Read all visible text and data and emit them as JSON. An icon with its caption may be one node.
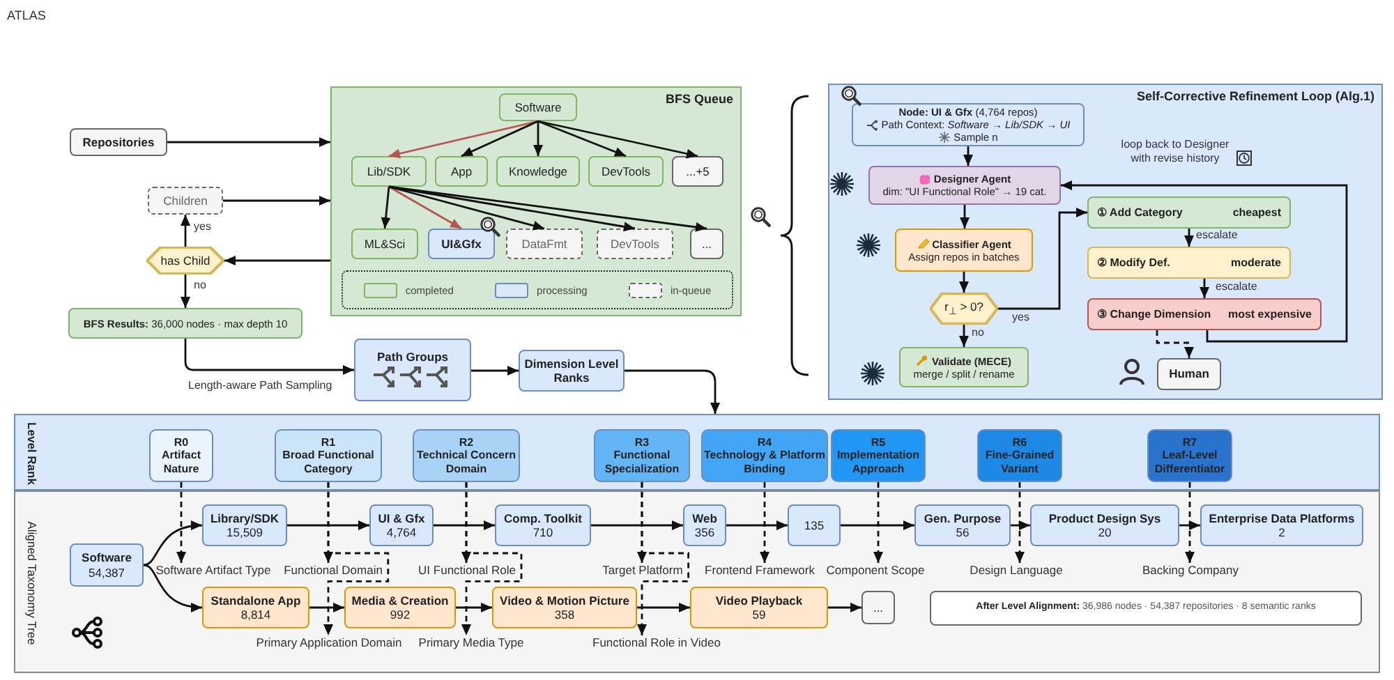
{
  "diagram": {
    "nodes": [
      {
        "text": [
          "BFS Queue"
        ]
      },
      {
        "text": [
          "Software"
        ],
        "in": 0
      },
      {
        "text": [
          "Lib/SDK"
        ],
        "in": 0
      },
      {
        "text": [
          "App"
        ],
        "in": 0
      },
      {
        "text": [
          "Knowledge"
        ],
        "in": 0
      },
      {
        "text": [
          "DevTools"
        ],
        "in": 0
      },
      {
        "text": [
          "...+5"
        ],
        "in": 0
      },
      {
        "text": [
          "ML&Sci"
        ],
        "in": 0
      },
      {
        "text": [
          "UI&Gfx"
        ],
        "in": 0
      },
      {
        "text": [
          "DataFmt"
        ],
        "in": 0
      },
      {
        "text": [
          "DevTools"
        ],
        "in": 0
      },
      {
        "text": [
          "..."
        ],
        "in": 0
      },
      {
        "text": [
          "Repositories"
        ]
      },
      {
        "text": [
          "Children"
        ]
      },
      {
        "text": [
          "has Child"
        ]
      },
      {
        "text": [
          "**BFS Results:** 36,000 nodes · max depth 10"
        ]
      },
      {
        "text": [
          "Path Groups"
        ]
      },
      {
        "text": [
          "Dimension Level Ranks"
        ]
      },
      {
        "text": [
          "Self-Corrective Refinement Loop (Alg.1)"
        ]
      },
      {
        "text": [
          "**Node: UI & Gfx** (4,764 repos)",
          "Path Context: *Software → Lib/SDK → UI*",
          "Sample n"
        ],
        "in": 18
      },
      {
        "text": [
          "Designer Agent",
          "dim: \"UI Functional Role\" → 19 cat."
        ],
        "in": 18
      },
      {
        "text": [
          "Classifier Agent",
          "Assign repos in batches"
        ],
        "in": 18
      },
      {
        "text": [
          "r$_{⊥}$ > 0?"
        ],
        "in": 18
      },
      {
        "text": [
          "Validate (MECE)",
          "merge / split / rename"
        ],
        "in": 18
      },
      {
        "text": [
          "① Add Category",
          "cheapest"
        ],
        "in": 18
      },
      {
        "text": [
          "② Modify Def.",
          "moderate"
        ],
        "in": 18
      },
      {
        "text": [
          "③ Change Dimension",
          "most expensive"
        ],
        "in": 18
      },
      {
        "text": [
          "Human"
        ],
        "in": 18
      },
      {
        "text": [
          "Level Rank"
        ]
      },
      {
        "text": [
          "R0",
          "Artifact Nature"
        ],
        "in": 28
      },
      {
        "text": [
          "R1",
          "Broad Functional Category"
        ],
        "in": 28
      },
      {
        "text": [
          "R2",
          "Technical Concern Domain"
        ],
        "in": 28
      },
      {
        "text": [
          "R3",
          "Functional Specialization"
        ],
        "in": 28
      },
      {
        "text": [
          "R4",
          "Technology & Platform Binding"
        ],
        "in": 28
      },
      {
        "text": [
          "R5",
          "Implementation Approach"
        ],
        "in": 28
      },
      {
        "text": [
          "R6",
          "Fine-Grained Variant"
        ],
        "in": 28
      },
      {
        "text": [
          "R7",
          "Leaf-Level Differentiator"
        ],
        "in": 28
      },
      {
        "text": [
          "Aligned Taxonomy Tree"
        ]
      },
      {
        "text": [
          "Software",
          "54,387"
        ],
        "in": 37
      },
      {
        "text": [
          "Library/SDK",
          "15,509"
        ],
        "in": 37
      },
      {
        "text": [
          "UI & Gfx",
          "4,764"
        ],
        "in": 37
      },
      {
        "text": [
          "Comp. Toolkit",
          "710"
        ],
        "in": 37
      },
      {
        "text": [
          "Web",
          "356"
        ],
        "in": 37
      },
      {
        "text": [
          "135"
        ],
        "in": 37
      },
      {
        "text": [
          "Gen. Purpose",
          "56"
        ],
        "in": 37
      },
      {
        "text": [
          "Product Design Sys",
          "20"
        ],
        "in": 37
      },
      {
        "text": [
          "Enterprise Data Platforms",
          "2"
        ],
        "in": 37
      },
      {
        "text": [
          "Standalone App",
          "8,814"
        ],
        "in": 37
      },
      {
        "text": [
          "Media & Creation",
          "992"
        ],
        "in": 37
      },
      {
        "text": [
          "Video & Motion Picture",
          "358"
        ],
        "in": 37
      },
      {
        "text": [
          "Video Playback",
          "59"
        ],
        "in": 37
      },
      {
        "text": [
          "..."
        ],
        "in": 37
      },
      {
        "text": [
          "**After Level Alignment:** 36,986 nodes · 54,387 repositories · 8 semantic ranks"
        ],
        "in": 37
      },
      {
        "text": [
          "Software Artifact Type"
        ],
        "in": 37
      },
      {
        "text": [
          "Functional Domain"
        ],
        "in": 37
      },
      {
        "text": [
          "Primary Application Domain"
        ],
        "in": 37
      },
      {
        "text": [
          "UI Functional Role"
        ],
        "in": 37
      },
      {
        "text": [
          "Primary Media Type"
        ],
        "in": 37
      },
      {
        "text": [
          "Target Platform"
        ],
        "in": 37
      },
      {
        "text": [
          "Functional Role in Video"
        ],
        "in": 37
      },
      {
        "text": [
          "Frontend Framework"
        ],
        "in": 37
      },
      {
        "text": [
          "Component Scope"
        ],
        "in": 37
      },
      {
        "text": [
          "Design Language"
        ],
        "in": 37
      },
      {
        "text": [
          "Backing Company"
        ],
        "in": 37
      }
    ],
    "edges": [
      {
        "from": 1,
        "to": 2,
        "arrow": "to",
        "color": "#b85450"
      },
      {
        "from": 1,
        "to": 3,
        "arrow": "to"
      },
      {
        "from": 1,
        "to": 4,
        "arrow": "to"
      },
      {
        "from": 1,
        "to": 5,
        "arrow": "to"
      },
      {
        "from": 1,
        "to": 6,
        "arrow": "to"
      },
      {
        "from": 2,
        "to": 7,
        "arrow": "to"
      },
      {
        "from": 2,
        "to": 8,
        "arrow": "to",
        "color": "#b85450"
      },
      {
        "from": 2,
        "to": 9,
        "arrow": "to"
      },
      {
        "from": 2,
        "to": 10,
        "arrow": "to"
      },
      {
        "from": 2,
        "to": 11,
        "arrow": "to"
      },
      {
        "from": 12,
        "to": 0,
        "arrow": "to"
      },
      {
        "from": 13,
        "to": 0,
        "arrow": "to"
      },
      {
        "from": 0,
        "to": 14,
        "arrow": "to"
      },
      {
        "from": 14,
        "to": 13,
        "arrow": "to",
        "label": "yes"
      },
      {
        "from": 14,
        "to": 15,
        "arrow": "to",
        "label": "no"
      },
      {
        "from": 15,
        "to": 16,
        "arrow": "to",
        "label": "Length-aware Path Sampling"
      },
      {
        "from": 16,
        "to": 17,
        "arrow": "to"
      },
      {
        "from": 17,
        "to": 28,
        "arrow": "to"
      },
      {
        "from": 19,
        "to": 20,
        "arrow": "to"
      },
      {
        "from": 20,
        "to": 21,
        "arrow": "to"
      },
      {
        "from": 21,
        "to": 22,
        "arrow": "to"
      },
      {
        "from": 22,
        "to": 23,
        "arrow": "to",
        "label": "no"
      },
      {
        "from": 22,
        "to": 24,
        "arrow": "to",
        "label": "yes"
      },
      {
        "from": 24,
        "to": 25,
        "arrow": "to",
        "label": "escalate"
      },
      {
        "from": 25,
        "to": 26,
        "arrow": "to",
        "label": "escalate"
      },
      {
        "from": 26,
        "to": 20,
        "arrow": "to",
        "label": "loop back to Designer with revise history"
      },
      {
        "from": 26,
        "to": 27,
        "arrow": "to",
        "style": "dashed"
      },
      {
        "from": 38,
        "to": 39,
        "arrow": "to"
      },
      {
        "from": 38,
        "to": 47,
        "arrow": "to"
      },
      {
        "from": 39,
        "to": 40,
        "arrow": "to"
      },
      {
        "from": 40,
        "to": 41,
        "arrow": "to"
      },
      {
        "from": 41,
        "to": 42,
        "arrow": "to"
      },
      {
        "from": 42,
        "to": 43,
        "arrow": "to"
      },
      {
        "from": 43,
        "to": 44,
        "arrow": "to"
      },
      {
        "from": 44,
        "to": 45,
        "arrow": "to"
      },
      {
        "from": 45,
        "to": 46,
        "arrow": "to"
      },
      {
        "from": 47,
        "to": 48,
        "arrow": "to"
      },
      {
        "from": 48,
        "to": 49,
        "arrow": "to"
      },
      {
        "from": 49,
        "to": 50,
        "arrow": "to"
      },
      {
        "from": 50,
        "to": 51,
        "arrow": "to"
      },
      {
        "from": 29,
        "to": 53,
        "arrow": "to",
        "style": "dashed"
      },
      {
        "from": 30,
        "to": 54,
        "arrow": "to",
        "style": "dashed"
      },
      {
        "from": 30,
        "to": 55,
        "arrow": "to",
        "style": "dashed"
      },
      {
        "from": 31,
        "to": 56,
        "arrow": "to",
        "style": "dashed"
      },
      {
        "from": 31,
        "to": 57,
        "arrow": "to",
        "style": "dashed"
      },
      {
        "from": 32,
        "to": 58,
        "arrow": "to",
        "style": "dashed"
      },
      {
        "from": 32,
        "to": 59,
        "arrow": "to",
        "style": "dashed"
      },
      {
        "from": 33,
        "to": 60,
        "arrow": "to",
        "style": "dashed"
      },
      {
        "from": 34,
        "to": 61,
        "arrow": "to",
        "style": "dashed"
      },
      {
        "from": 35,
        "to": 62,
        "arrow": "to",
        "style": "dashed"
      },
      {
        "from": 36,
        "to": 63,
        "arrow": "to",
        "style": "dashed"
      }
    ],
    "labels": [
      "ATLAS"
    ],
    "legend": [
      {
        "text": "completed",
        "color": "#d5e8d4"
      },
      {
        "text": "processing",
        "color": "#dae8fc"
      },
      {
        "text": "in-queue"
      }
    ]
  }
}
